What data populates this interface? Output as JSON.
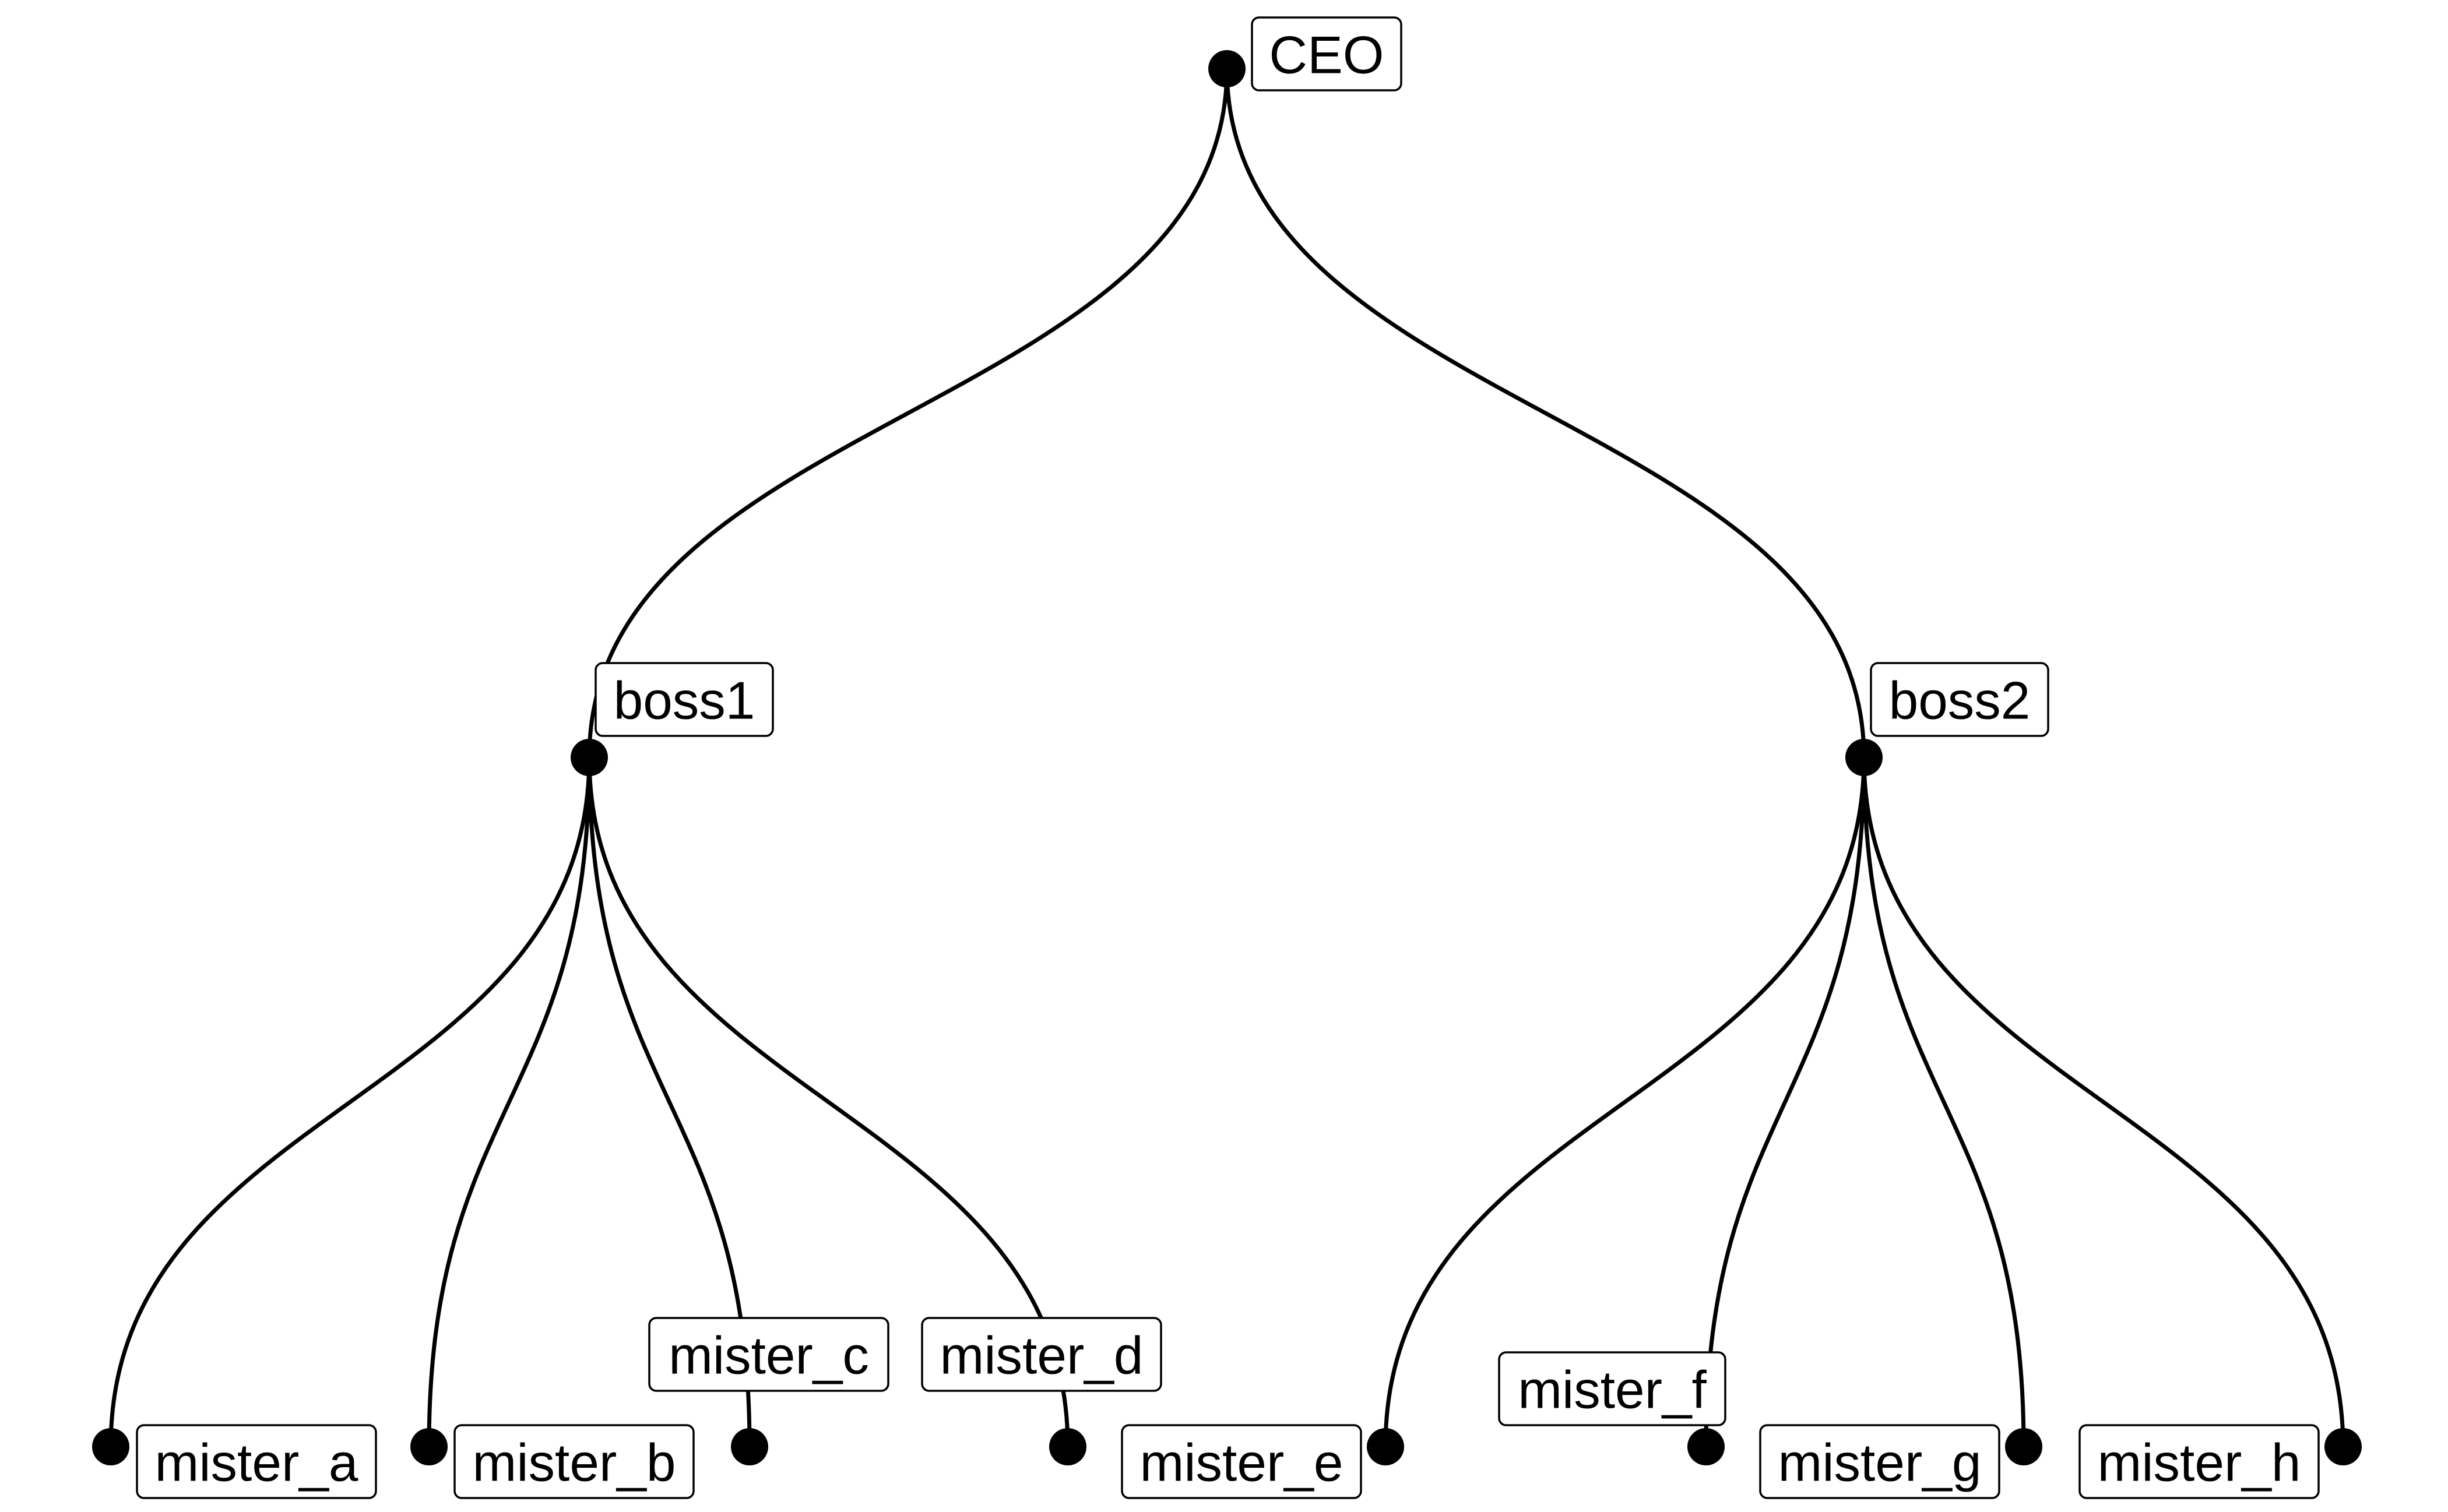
{
  "diagram": {
    "type": "tree",
    "root": "CEO",
    "nodes": [
      {
        "id": "CEO",
        "label": "CEO",
        "parent": null
      },
      {
        "id": "boss1",
        "label": "boss1",
        "parent": "CEO"
      },
      {
        "id": "boss2",
        "label": "boss2",
        "parent": "CEO"
      },
      {
        "id": "mister_a",
        "label": "mister_a",
        "parent": "boss1"
      },
      {
        "id": "mister_b",
        "label": "mister_b",
        "parent": "boss1"
      },
      {
        "id": "mister_c",
        "label": "mister_c",
        "parent": "boss1"
      },
      {
        "id": "mister_d",
        "label": "mister_d",
        "parent": "boss1"
      },
      {
        "id": "mister_e",
        "label": "mister_e",
        "parent": "boss2"
      },
      {
        "id": "mister_f",
        "label": "mister_f",
        "parent": "boss2"
      },
      {
        "id": "mister_g",
        "label": "mister_g",
        "parent": "boss2"
      },
      {
        "id": "mister_h",
        "label": "mister_h",
        "parent": "boss2"
      }
    ],
    "colors": {
      "edge": "#000000",
      "node": "#000000",
      "label_fill": "#ffffff",
      "label_border": "#000000"
    }
  }
}
